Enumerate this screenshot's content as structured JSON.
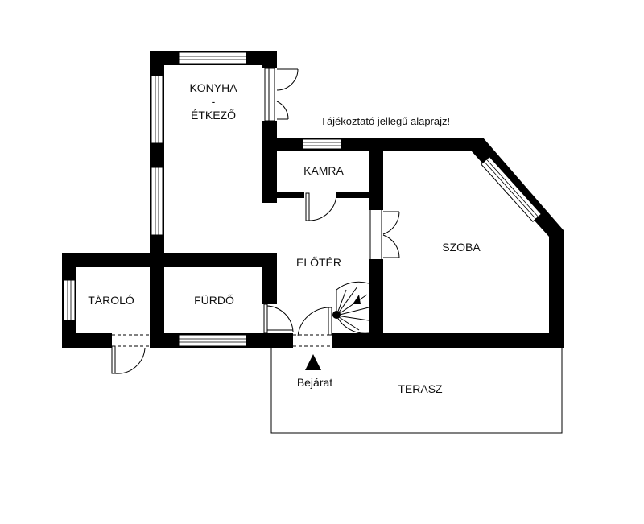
{
  "note": "Tájékoztató jellegű alaprajz!",
  "rooms": {
    "konyha_line1": "KONYHA",
    "konyha_line2": "-",
    "konyha_line3": "ÉTKEZŐ",
    "kamra": "KAMRA",
    "eloter": "ELŐTÉR",
    "szoba": "SZOBA",
    "taroloo": "TÁROLÓ",
    "furdo": "FÜRDŐ",
    "terasz": "TERASZ"
  },
  "entrance": {
    "label": "Bejárat",
    "marker": "up-triangle-icon"
  },
  "colors": {
    "wall": "#000000",
    "background": "#ffffff"
  }
}
